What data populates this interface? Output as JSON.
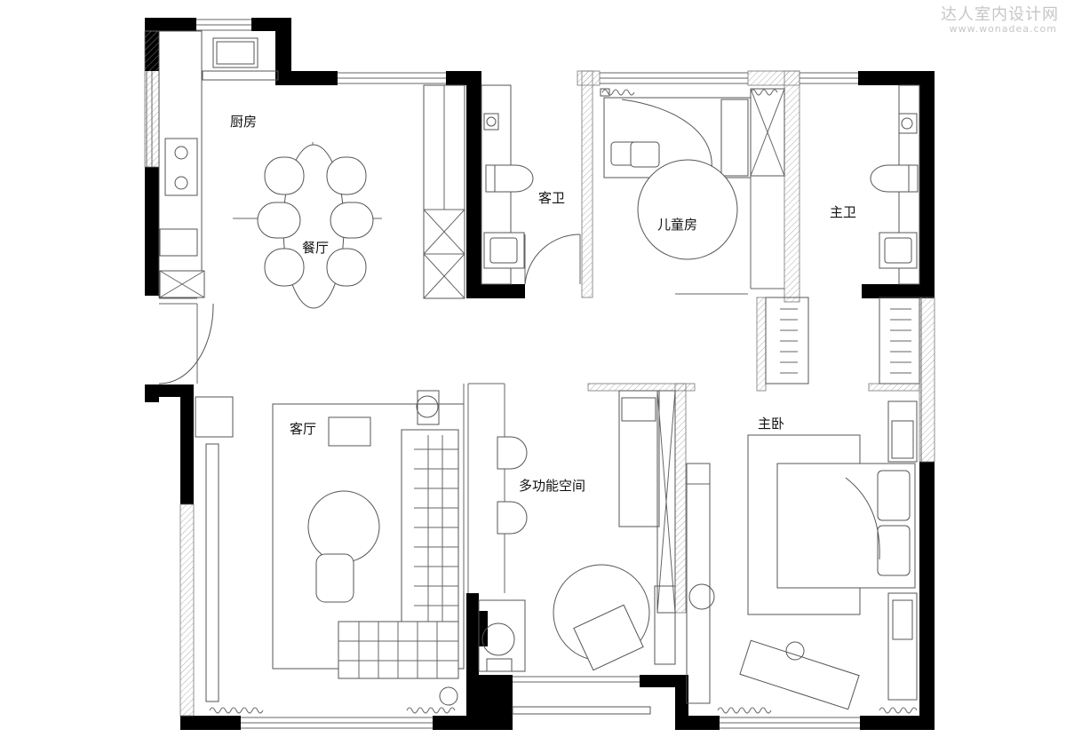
{
  "watermark": {
    "title": "达人室内设计网",
    "url": "www.wonadea.com"
  },
  "rooms": {
    "kitchen": "厨房",
    "dining": "餐厅",
    "guest_bath": "客卫",
    "kids_room": "儿童房",
    "master_bath": "主卫",
    "living": "客厅",
    "multi_space": "多功能空间",
    "master_bedroom": "主卧"
  },
  "colors": {
    "wall": "#000000",
    "line": "#555555",
    "background": "#ffffff"
  }
}
